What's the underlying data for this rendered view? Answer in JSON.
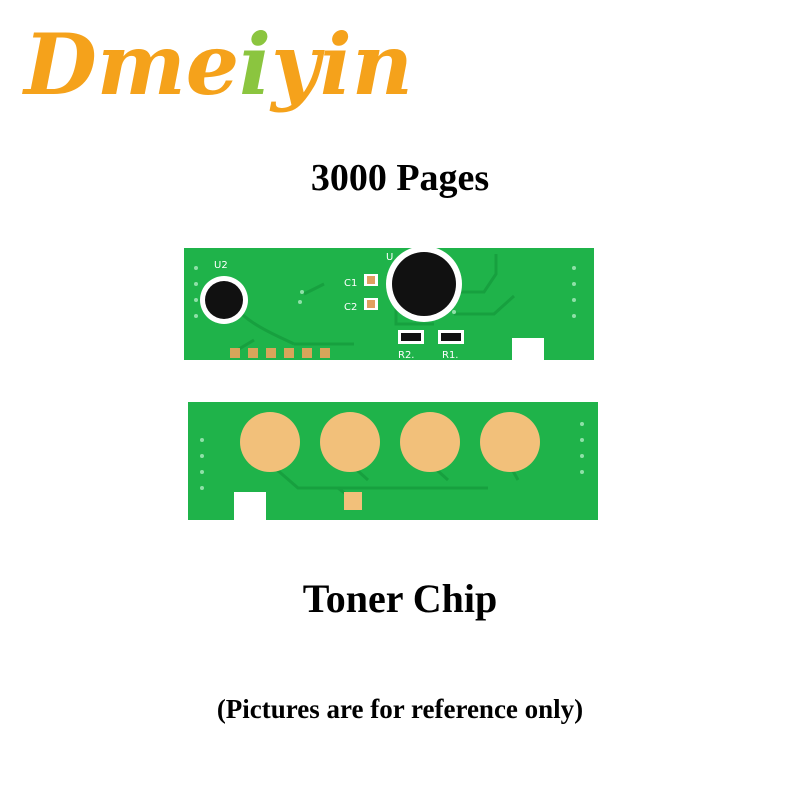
{
  "logo": {
    "parts": [
      {
        "text": "Dme",
        "color": "#f5a21b"
      },
      {
        "text": "i",
        "color": "#8bc53f"
      },
      {
        "text": "yin",
        "color": "#f5a21b"
      }
    ]
  },
  "product": {
    "pages_label": "3000 Pages",
    "name": "Toner Chip",
    "note": "(Pictures are for reference only)"
  },
  "board_top": {
    "silkscreen": {
      "u2": "U2",
      "u": "U",
      "c1": "C1",
      "c2": "C2",
      "r2": "R2.",
      "r1": "R1."
    }
  },
  "colors": {
    "pcb_green": "#1fb34a",
    "trace_green": "#17a03f",
    "contact_pad": "#f2c07a",
    "chip_black": "#111111"
  }
}
